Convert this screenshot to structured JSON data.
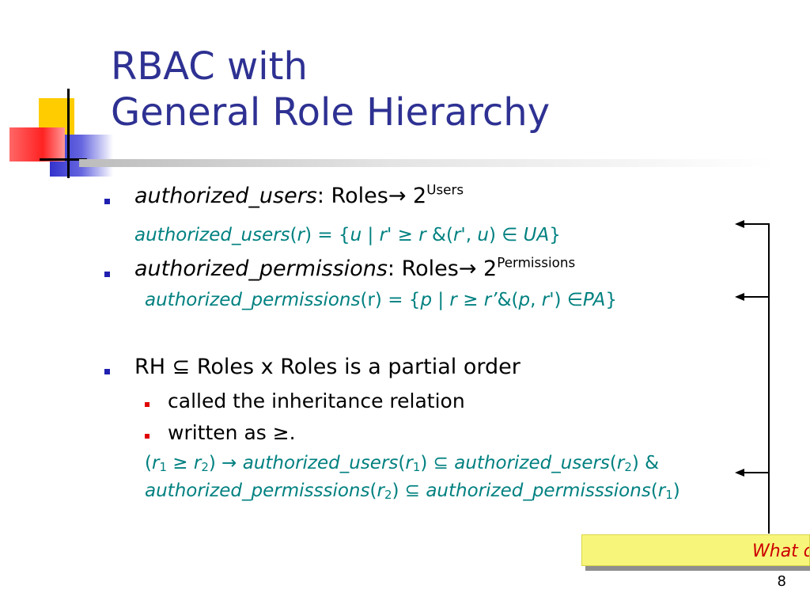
{
  "slide": {
    "title_line1": "RBAC with",
    "title_line2": "General Role Hierarchy",
    "bullet1": {
      "term": "authorized_users",
      "colon": ":",
      "rest": " Roles",
      "arrow": "→",
      "two": " 2",
      "sup": "Users"
    },
    "formula1": {
      "fn": "authorized_users",
      "p1": "(",
      "arg": "r",
      "p2": ") = {",
      "u": "u",
      "bar": " | ",
      "r1": "r'",
      "geq": " ≥ ",
      "r2": "r",
      "amp": " &(",
      "r3": "r'",
      "comma": ", ",
      "u2": "u",
      "close": ") ",
      "in": "∈",
      "sp": " ",
      "ua": "UA",
      "end": "}"
    },
    "bullet2": {
      "term": "authorized_permissions",
      "colon": ":",
      "rest": " Roles",
      "arrow": "→",
      "two": " 2",
      "sup": "Permissions"
    },
    "formula2": {
      "fn": "authorized_permissions",
      "p1": "(r) = {",
      "p": "p",
      "bar": " | ",
      "r1": "r",
      "geq": " ≥ ",
      "r2": "r’",
      "amp": "&(",
      "p2": "p",
      "comma": ", ",
      "r3": "r'",
      "close": ") ",
      "in": "∈",
      "pa": "PA",
      "end": "}"
    },
    "bullet3": "RH ⊆ Roles x Roles is a partial order",
    "sub1": "called the inheritance relation",
    "sub2": "written as ≥.",
    "formula3": {
      "open": "(",
      "r1": "r",
      "s1": "1",
      "geq": " ≥ ",
      "r2": "r",
      "s2": "2",
      "imp": ") → ",
      "fn1": "authorized_users",
      "p1": "(",
      "r3": "r",
      "s3": "1",
      "p2": ") ⊆ ",
      "fn2": "authorized_users",
      "p3": "(",
      "r4": "r",
      "s4": "2",
      "p4": ") &"
    },
    "formula4": {
      "fn1": "authorized_permisssions",
      "p1": "(",
      "r1": "r",
      "s1": "2",
      "p2": ") ⊆ ",
      "fn2": "authorized_permisssions",
      "p3": "(",
      "r2": "r",
      "s2": "1",
      "p4": ")"
    },
    "note": "What d",
    "page_number": "8"
  },
  "colors": {
    "title": "#2e3192",
    "formula": "#008080",
    "bullet_main": "#2020b0",
    "bullet_sub": "#e00000",
    "note_bg": "#f7f57a",
    "note_text": "#cc0000"
  }
}
